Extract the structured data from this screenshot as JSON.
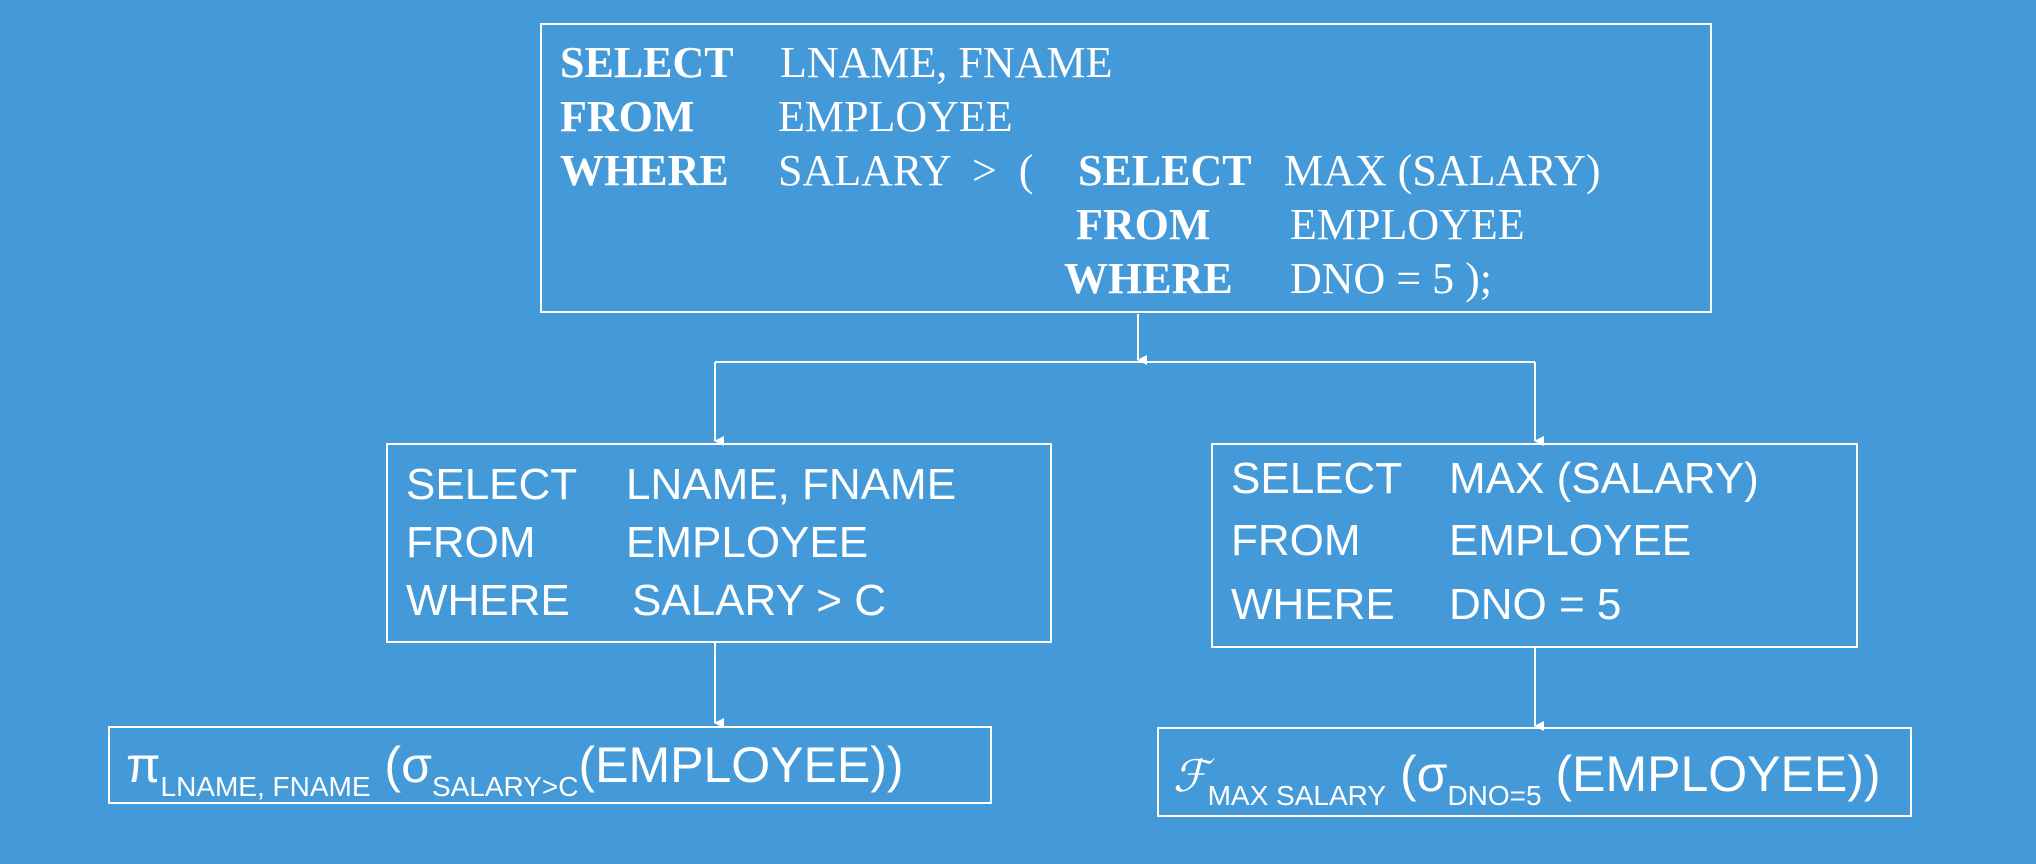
{
  "root_query": {
    "select_kw": "SELECT",
    "select_val": "LNAME, FNAME",
    "from_kw": "FROM",
    "from_val": "EMPLOYEE",
    "where_kw": "WHERE",
    "where_val": "SALARY  >  (",
    "sub_select_kw": "SELECT",
    "sub_select_val": "MAX (SALARY)",
    "sub_from_kw": "FROM",
    "sub_from_val": "EMPLOYEE",
    "sub_where_kw": "WHERE",
    "sub_where_val": "DNO = 5 );"
  },
  "outer_block": {
    "select_kw": "SELECT",
    "select_val": "LNAME, FNAME",
    "from_kw": "FROM",
    "from_val": "EMPLOYEE",
    "where_kw": "WHERE",
    "where_val": "SALARY > C"
  },
  "inner_block": {
    "select_kw": "SELECT",
    "select_val": "MAX (SALARY)",
    "from_kw": "FROM",
    "from_val": "EMPLOYEE",
    "where_kw": "WHERE",
    "where_val": "DNO = 5"
  },
  "outer_algebra": {
    "pi": "π",
    "pi_sub": "LNAME, FNAME",
    "open": " (",
    "sigma": "σ",
    "sigma_sub": "SALARY>C",
    "rest": "(EMPLOYEE))"
  },
  "inner_algebra": {
    "agg": "ℱ",
    "agg_sub": "MAX SALARY",
    "open": " (",
    "sigma": "σ",
    "sigma_sub": "DNO=5",
    "rest": " (EMPLOYEE))"
  },
  "colors": {
    "background": "#4499d8",
    "foreground": "#ffffff"
  }
}
